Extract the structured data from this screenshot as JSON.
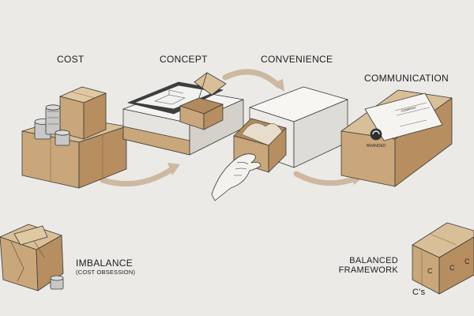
{
  "stages": [
    {
      "label": "COST"
    },
    {
      "label": "CONCEPT"
    },
    {
      "label": "CONVENIENCE"
    },
    {
      "label": "COMMUNICATION"
    }
  ],
  "imbalance": {
    "title": "IMBALANCE",
    "subtitle": "(COST OBSESSION)"
  },
  "balanced": {
    "line1": "BALANCED",
    "line2": "FRAMEWORK",
    "caption": "C's"
  },
  "box_marks": {
    "brand_text": "BRANDED",
    "company_text": "COMPANY",
    "crate_letter": "C"
  },
  "colors": {
    "background": "#ebeae6",
    "kraft_top": "#d9bf97",
    "kraft_front": "#c9a77a",
    "kraft_side": "#b68e60",
    "arrow": "#cdb8a0",
    "ink": "#3a3a3a",
    "coin": "#c8c8c6"
  }
}
